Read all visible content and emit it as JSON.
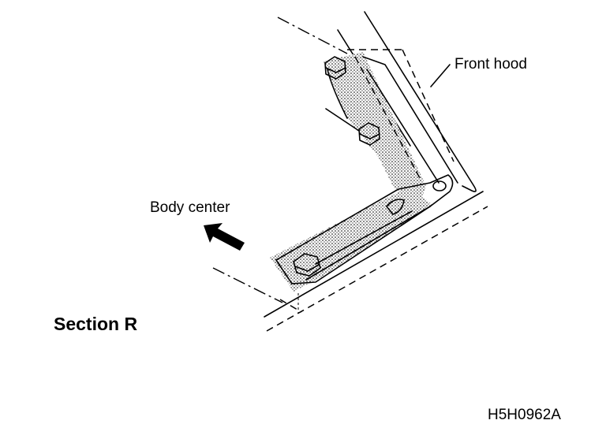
{
  "diagram": {
    "labels": {
      "front_hood": "Front hood",
      "body_center": "Body center",
      "section": "Section R",
      "figure_code": "H5H0962A"
    }
  }
}
